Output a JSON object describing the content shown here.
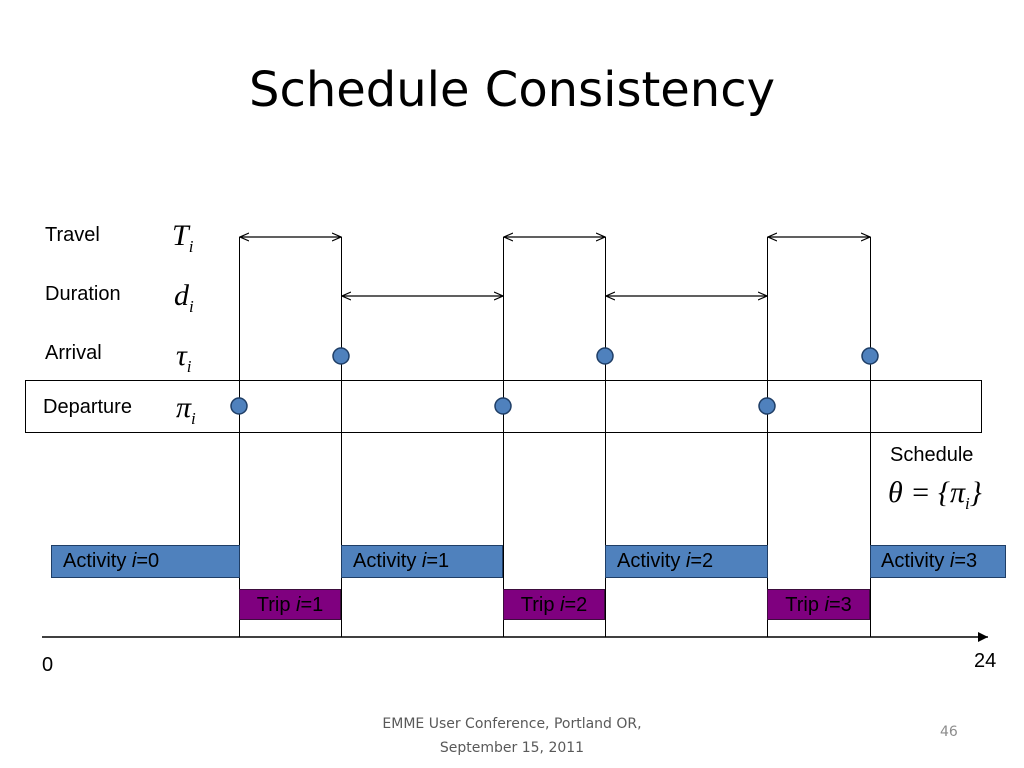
{
  "slide": {
    "title": "Schedule Consistency",
    "footer_line1": "EMME User Conference, Portland OR,",
    "footer_line2": "September 15, 2011",
    "page_number": "46"
  },
  "diagram": {
    "rows": {
      "travel": {
        "label": "Travel",
        "symbol": "T",
        "sub": "i"
      },
      "duration": {
        "label": "Duration",
        "symbol": "d",
        "sub": "i"
      },
      "arrival": {
        "label": "Arrival",
        "symbol": "τ",
        "sub": "i"
      },
      "departure": {
        "label": "Departure",
        "symbol": "π",
        "sub": "i"
      }
    },
    "schedule": {
      "label": "Schedule",
      "formula": "θ = {π",
      "formula_sub": "i",
      "formula_close": "}"
    },
    "activities": [
      {
        "word": "Activity ",
        "var": "i",
        "rest": "=0"
      },
      {
        "word": "Activity ",
        "var": "i",
        "rest": "=1"
      },
      {
        "word": "Activity ",
        "var": "i",
        "rest": "=2"
      },
      {
        "word": "Activity ",
        "var": "i",
        "rest": "=3"
      }
    ],
    "trips": [
      {
        "word": "Trip ",
        "var": "i",
        "rest": "=1"
      },
      {
        "word": "Trip ",
        "var": "i",
        "rest": "=2"
      },
      {
        "word": "Trip ",
        "var": "i",
        "rest": "=3"
      }
    ],
    "axis": {
      "start": "0",
      "end": "24"
    },
    "colors": {
      "activity": "#4f81bd",
      "trip": "#7f007f",
      "marker": "#4f81bd"
    }
  }
}
